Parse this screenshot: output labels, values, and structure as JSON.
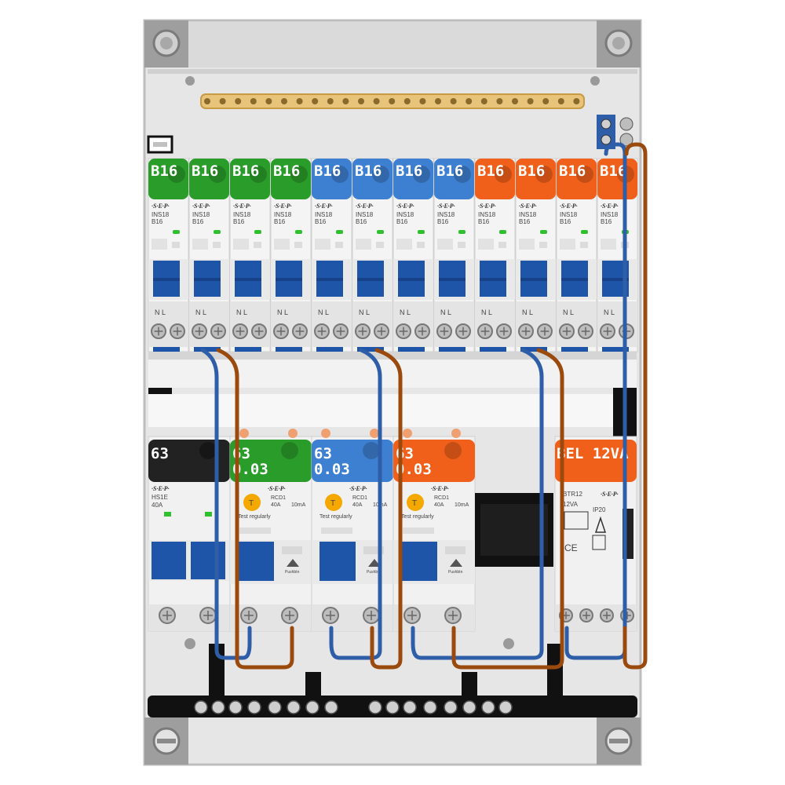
{
  "colors": {
    "green": "#2a9c2a",
    "blue": "#3d7fd0",
    "orange": "#f0601a",
    "black": "#222222",
    "wire_blue": "#2f5ea8",
    "wire_brown": "#9b4a0e",
    "toggle_blue": "#1f55a8"
  },
  "mcb": {
    "brand": "·S·E·P·",
    "model": "INS18",
    "rating": "B16",
    "terminals": "N    L",
    "labels": [
      "B16",
      "B16",
      "B16",
      "B16",
      "B16",
      "B16",
      "B16",
      "B16",
      "B16",
      "B16",
      "B16",
      "B16"
    ],
    "groups": [
      "green",
      "green",
      "green",
      "green",
      "blue",
      "blue",
      "blue",
      "blue",
      "orange",
      "orange",
      "orange",
      "orange"
    ]
  },
  "main_switch": {
    "label": "63",
    "model": "HS1E",
    "rating": "40A",
    "brand": "·S·E·P·"
  },
  "rcds": [
    {
      "line1": "63",
      "line2": "0.03",
      "group": "green",
      "model": "RCD1",
      "rating": "40A",
      "sens": "10mA",
      "test": "Test regularly",
      "brand": "·S·E·P·",
      "pushbtn": "Pushbtn"
    },
    {
      "line1": "63",
      "line2": "0.03",
      "group": "blue",
      "model": "RCD1",
      "rating": "40A",
      "sens": "10mA",
      "test": "Test regularly",
      "brand": "·S·E·P·",
      "pushbtn": "Pushbtn"
    },
    {
      "line1": "63",
      "line2": "0.03",
      "group": "orange",
      "model": "RCD1",
      "rating": "40A",
      "sens": "10mA",
      "test": "Test regularly",
      "brand": "·S·E·P·",
      "pushbtn": "Pushbtn"
    }
  ],
  "bell_transformer": {
    "label": "BEL 12VA",
    "model": "BTR12",
    "rating": "12VA",
    "ip": "IP20",
    "brand": "·S·E·P·"
  }
}
